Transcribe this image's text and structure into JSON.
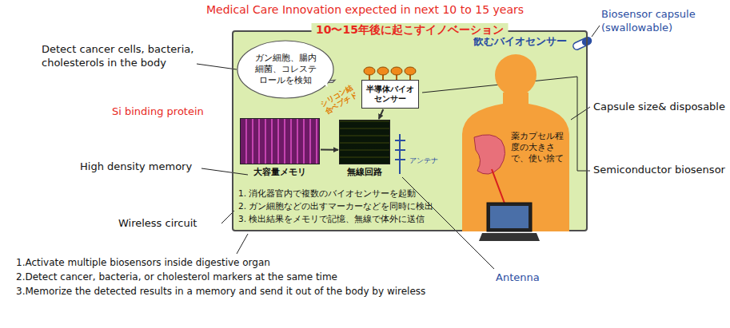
{
  "diagram": {
    "title": "Medical Care Innovation expected in next 10 to 15 years",
    "nodes": [
      {
        "text": [
          "10〜15年後に起こすイノベーション",
          "1. 消化器官内で複数のバイオセンサーを起動",
          "2. ガン細胞などの出すマーカーなどを同時に検出",
          "3. 検出結果をメモリで記憶、無線で体外に送信"
        ]
      },
      {
        "text": [
          "ガン細胞、腸内細菌、コレステロールを検知"
        ],
        "in": 0
      },
      {
        "text": [
          "半導体バイオセンサー"
        ],
        "in": 0
      },
      {
        "text": [
          "大容量メモリ"
        ],
        "in": 0
      },
      {
        "text": [
          "無線回路"
        ],
        "in": 0
      },
      {
        "text": [
          "薬カプセル程度の大きさで、使い捨て"
        ],
        "in": 0
      }
    ],
    "edges": [
      {
        "from": 2,
        "to": 4,
        "arrow": "to"
      },
      {
        "from": 3,
        "to": 4,
        "arrow": "to"
      }
    ],
    "labels": [
      "Detect cancer cells, bacteria, cholesterols in the body",
      "Si binding protein",
      "High density memory",
      "Wireless circuit",
      "1.Activate multiple biosensors inside digestive organ",
      "2.Detect cancer, bacteria, or cholesterol markers at the same time",
      "3.Memorize the detected results in a memory and send it out of the body by wireless",
      "Biosensor capsule (swallowable)",
      "Capsule size& disposable",
      "Semiconductor biosensor",
      "Antenna",
      "飲むバイオセンサー",
      "シリコン結合ペプチド",
      "アンテナ"
    ]
  }
}
